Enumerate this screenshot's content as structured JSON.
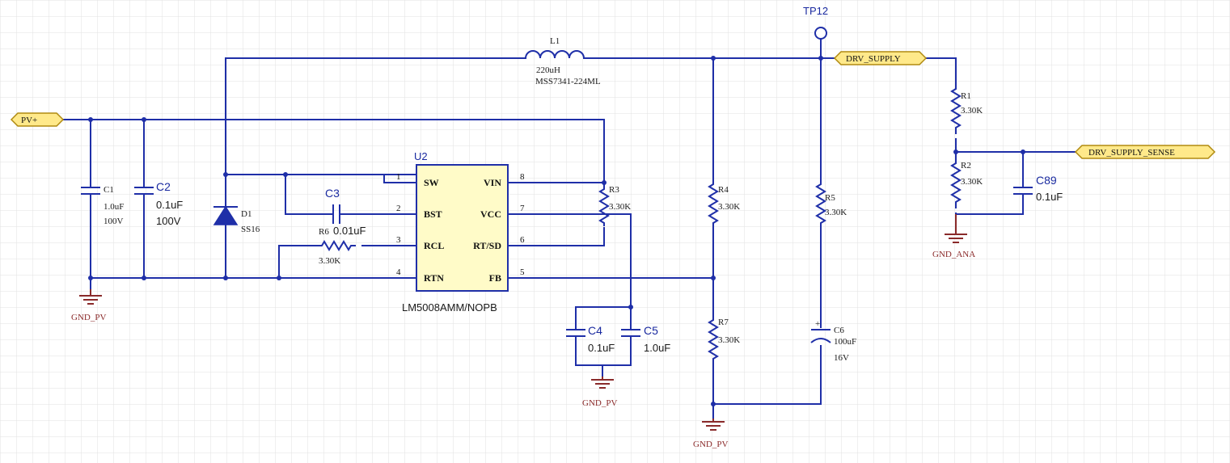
{
  "ports": {
    "pv_plus": "PV+",
    "drv_supply": "DRV_SUPPLY",
    "drv_supply_sense": "DRV_SUPPLY_SENSE"
  },
  "testpoint": {
    "ref": "TP12"
  },
  "inductor": {
    "ref": "L1",
    "value": "220uH",
    "part": "MSS7341-224ML"
  },
  "ic": {
    "ref": "U2",
    "part": "LM5008AMM/NOPB",
    "pins_left": [
      {
        "num": "1",
        "name": "SW"
      },
      {
        "num": "2",
        "name": "BST"
      },
      {
        "num": "3",
        "name": "RCL"
      },
      {
        "num": "4",
        "name": "RTN"
      }
    ],
    "pins_right": [
      {
        "num": "8",
        "name": "VIN"
      },
      {
        "num": "7",
        "name": "VCC"
      },
      {
        "num": "6",
        "name": "RT/SD"
      },
      {
        "num": "5",
        "name": "FB"
      }
    ]
  },
  "capacitors": {
    "c1": {
      "ref": "C1",
      "value": "1.0uF",
      "voltage": "100V"
    },
    "c2": {
      "ref": "C2",
      "value": "0.1uF",
      "voltage": "100V"
    },
    "c3": {
      "ref": "C3",
      "value": "0.01uF"
    },
    "c4": {
      "ref": "C4",
      "value": "0.1uF"
    },
    "c5": {
      "ref": "C5",
      "value": "1.0uF"
    },
    "c6": {
      "ref": "C6",
      "value": "100uF",
      "voltage": "16V"
    },
    "c89": {
      "ref": "C89",
      "value": "0.1uF"
    }
  },
  "diode": {
    "ref": "D1",
    "part": "SS16"
  },
  "resistors": {
    "r1": {
      "ref": "R1",
      "value": "3.30K"
    },
    "r2": {
      "ref": "R2",
      "value": "3.30K"
    },
    "r3": {
      "ref": "R3",
      "value": "3.30K"
    },
    "r4": {
      "ref": "R4",
      "value": "3.30K"
    },
    "r5": {
      "ref": "R5",
      "value": "3.30K"
    },
    "r6": {
      "ref": "R6",
      "value": "3.30K"
    },
    "r7": {
      "ref": "R7",
      "value": "3.30K"
    }
  },
  "grounds": {
    "g1": "GND_PV",
    "g2": "GND_PV",
    "g3": "GND_PV",
    "g4": "GND_ANA"
  },
  "colors": {
    "wire": "#1f2fa8",
    "grid": "#e2e2e2",
    "ground": "#8a2a2a",
    "port_fill": "#ffe98a",
    "ic_fill": "#fffbc8"
  }
}
